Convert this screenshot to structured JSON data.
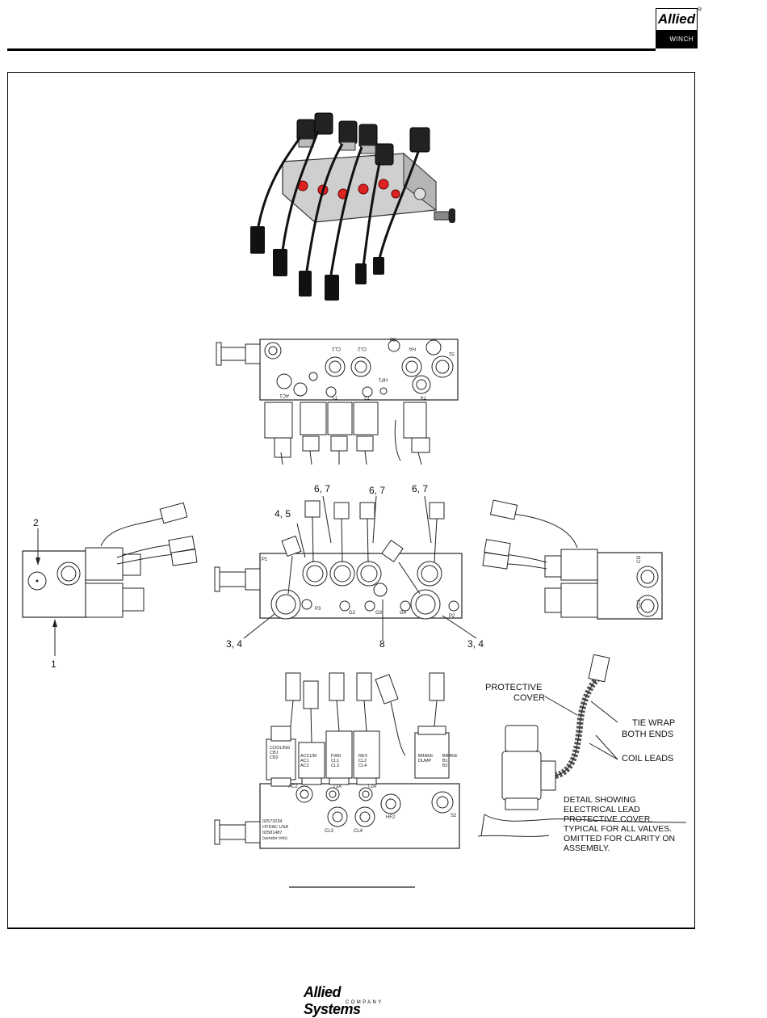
{
  "header": {
    "brand_name": "Allied",
    "brand_sub": "WINCH",
    "registered": "®"
  },
  "callouts": {
    "c1": "1",
    "c2": "2",
    "c3_left": "3, 4",
    "c3_right": "3, 4",
    "c45": "4, 5",
    "c67_a": "6, 7",
    "c67_b": "6, 7",
    "c67_c": "6, 7",
    "c8": "8"
  },
  "detail": {
    "protective_cover_line1": "PROTECTIVE",
    "protective_cover_line2": "COVER",
    "tie_wrap_line1": "TIE WRAP",
    "tie_wrap_line2": "BOTH ENDS",
    "coil_leads": "COIL LEADS",
    "note_lines": [
      "DETAIL SHOWING",
      "ELECTRICAL LEAD",
      "PROTECTIVE COVER.",
      "TYPICAL FOR ALL VALVES.",
      "OMITTED FOR CLARITY ON",
      "ASSEMBLY."
    ]
  },
  "top_view_ports": [
    "CL1",
    "CL2",
    "S1",
    "HF1",
    "HA",
    "AC1",
    "T1",
    "T2",
    "T4",
    "S3"
  ],
  "front_view_ports": [
    "P1",
    "P3",
    "G2",
    "G3",
    "G4",
    "P2"
  ],
  "side_view_ports": [
    "CI2",
    "CL1"
  ],
  "bottom_view": {
    "valve_labels": [
      [
        "COOLING",
        "CB1",
        "CB2"
      ],
      [
        "ACCUM",
        "AC1",
        "AC2"
      ],
      [
        "FWD",
        "CL1",
        "CL3"
      ],
      [
        "REV",
        "CL2",
        "CL4"
      ],
      [
        "BRAKE",
        "DUMP"
      ],
      [
        "BRAKE",
        "B1",
        "B2"
      ]
    ],
    "ports": [
      "AC2",
      "T1A",
      "T2A",
      "CL3",
      "CL4",
      "HF2",
      "S2"
    ],
    "vendor_lines": [
      "02573234",
      "HYDAC USA",
      "02581487",
      "(vendor info)"
    ]
  },
  "footer": {
    "company": "Allied Systems",
    "company_sub": "COMPANY"
  }
}
